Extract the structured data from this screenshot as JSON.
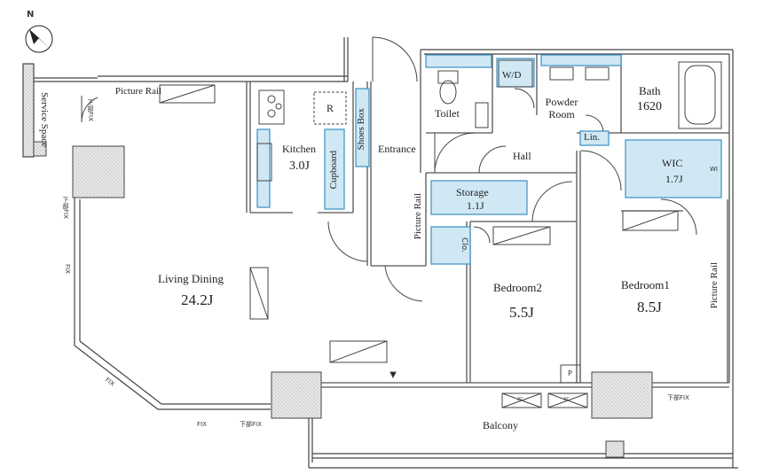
{
  "compass": {
    "label": "N"
  },
  "rooms": {
    "service_space": "Service Space",
    "picture_rail_top": "Picture Rail",
    "kitchen": {
      "name": "Kitchen",
      "size": "3.0J"
    },
    "fridge": "R",
    "cupboard": "Cupboard",
    "shoes_box": "Shoes Box",
    "entrance": "Entrance",
    "toilet": "Toilet",
    "wd": "W/D",
    "powder_room": "Powder Room",
    "bath": {
      "name": "Bath",
      "size": "1620"
    },
    "hall": "Hall",
    "lin": "Lin.",
    "wic": {
      "name": "WIC",
      "size": "1.7J",
      "tag": "WI"
    },
    "storage": {
      "name": "Storage",
      "size": "1.1J"
    },
    "clo": "Clo.",
    "picture_rail_mid": "Picture Rail",
    "living_dining": {
      "name": "Living Dining",
      "size": "24.2J"
    },
    "bedroom2": {
      "name": "Bedroom2",
      "size": "5.5J"
    },
    "bedroom1": {
      "name": "Bedroom1",
      "size": "8.5J"
    },
    "picture_rail_right": "Picture Rail",
    "balcony": "Balcony",
    "p_box": "P",
    "ac_unit": "AC"
  },
  "fix_labels": {
    "fix_left_upper": "下部FIX",
    "fix_left": "FIX",
    "fix_diag": "FIX",
    "fix_bottom": "FIX",
    "fix_bottom_lower": "下部FIX",
    "fix_service": "下部FIX",
    "fix_right": "下部FIX"
  },
  "colors": {
    "blue_fill": "#cfe8f4",
    "blue_line": "#3a8fc4",
    "wall": "#444444"
  }
}
